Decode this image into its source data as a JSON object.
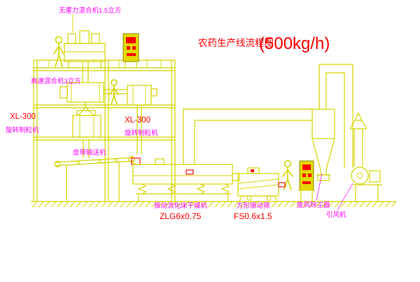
{
  "diagram": {
    "title": "农药生产线流程图",
    "capacity": "(500kg/h)",
    "labels": {
      "gravity_mixer": "无重力混合机1.5立方",
      "high_speed_mixer": "高速混合机3立方",
      "granulator_left_model": "XL-300",
      "granulator_left": "旋转制粒机",
      "granulator_right_model": "XL-300",
      "granulator_right": "旋转制粒机",
      "belt_conveyor": "皮带输送机",
      "dryer": "振动流化床干燥机",
      "dryer_model": "ZLG6x0.75",
      "sieve": "方形振动筛",
      "sieve_model": "FS0.6x1.5",
      "cyclone": "旋风除尘器",
      "fan": "引风机"
    },
    "colors": {
      "line_yellow": "#d4d400",
      "text_red": "#ff0000",
      "text_magenta": "#ff00ff",
      "background": "#ffffff"
    }
  }
}
